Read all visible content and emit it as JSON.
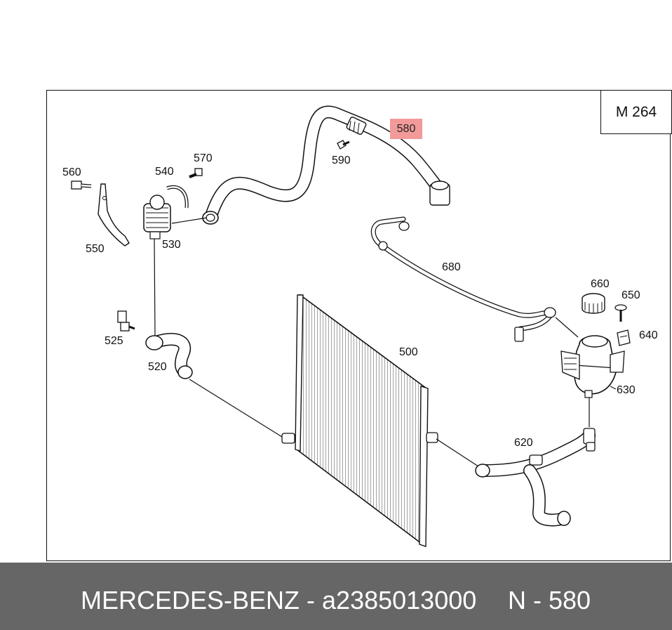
{
  "model": "M 264",
  "callouts": {
    "c500": "500",
    "c520": "520",
    "c525": "525",
    "c530": "530",
    "c540": "540",
    "c550": "550",
    "c560": "560",
    "c570": "570",
    "c580": "580",
    "c590": "590",
    "c620": "620",
    "c630": "630",
    "c640": "640",
    "c650": "650",
    "c660": "660",
    "c680": "680"
  },
  "highlight_color": "#f29a9a",
  "footer": {
    "brand_part": "MERCEDES-BENZ - a2385013000",
    "ref": "N - 580"
  }
}
